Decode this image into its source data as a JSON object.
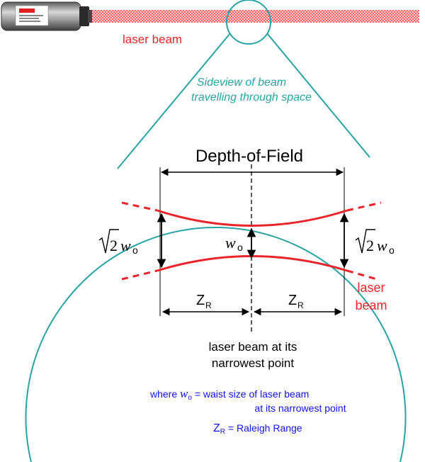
{
  "labels": {
    "laser_beam_top": "laser beam",
    "sideview_line1": "Sideview of beam",
    "sideview_line2": "travelling through space",
    "depth_of_field": "Depth-of-Field",
    "w": "w",
    "sub_o": "o",
    "z": "Z",
    "sub_r": "R",
    "root_two": "2",
    "laser_right_line1": "laser",
    "laser_right_line2": "beam",
    "narrowest_line1": "laser beam at its",
    "narrowest_line2": "narrowest point",
    "legend_where": "where ",
    "legend_w_def_1": " = waist size of laser beam",
    "legend_w_def_2": "at its narrowest point",
    "legend_zr_def": " = Raleigh Range"
  },
  "colors": {
    "cyan": "#29a3a3",
    "red": "#e8252b",
    "blue": "#1111ee",
    "black": "#000000",
    "device_body": "#8a8a8a"
  },
  "icons": {
    "laser_device": "laser-device-icon"
  }
}
